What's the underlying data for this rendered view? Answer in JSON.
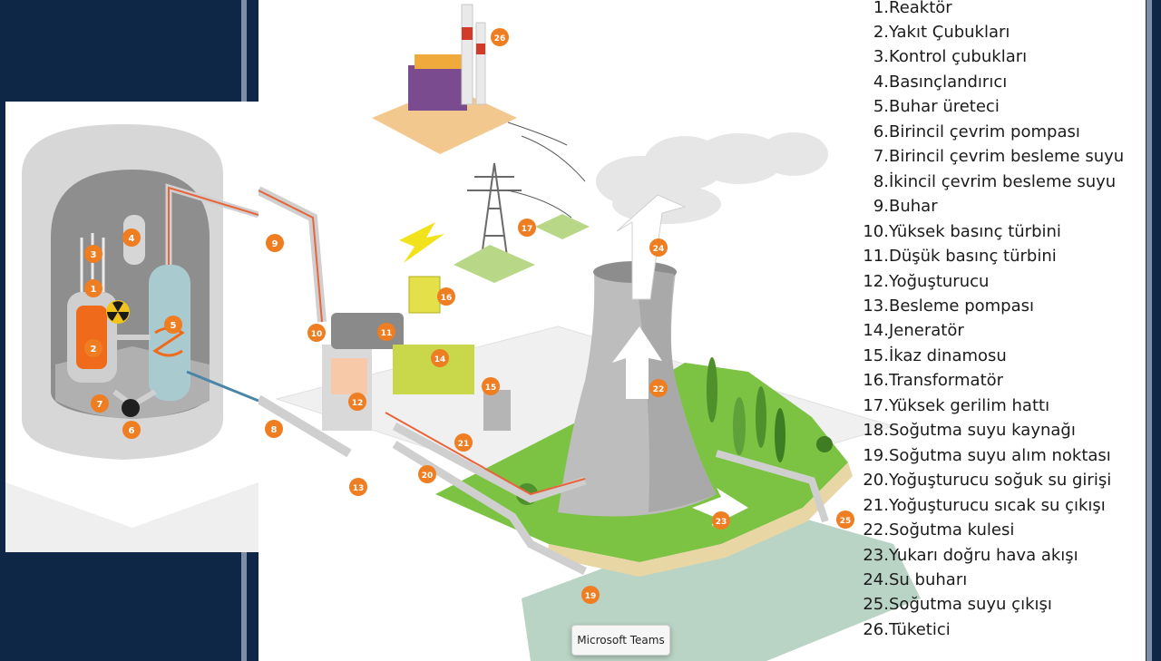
{
  "legend": [
    {
      "num": "1.",
      "label": "Reaktör"
    },
    {
      "num": "2.",
      "label": "Yakıt Çubukları"
    },
    {
      "num": "3.",
      "label": "Kontrol çubukları"
    },
    {
      "num": "4.",
      "label": "Basınçlandırıcı"
    },
    {
      "num": "5.",
      "label": "Buhar üreteci"
    },
    {
      "num": "6.",
      "label": "Birincil çevrim pompası"
    },
    {
      "num": "7.",
      "label": "Birincil çevrim besleme suyu"
    },
    {
      "num": "8.",
      "label": "İkincil çevrim besleme suyu"
    },
    {
      "num": "9.",
      "label": "Buhar"
    },
    {
      "num": "10.",
      "label": "Yüksek basınç türbini"
    },
    {
      "num": "11.",
      "label": "Düşük basınç türbini"
    },
    {
      "num": "12.",
      "label": "Yoğuşturucu"
    },
    {
      "num": "13.",
      "label": "Besleme pompası"
    },
    {
      "num": "14.",
      "label": "Jeneratör"
    },
    {
      "num": "15.",
      "label": "İkaz dinamosu"
    },
    {
      "num": "16.",
      "label": "Transformatör"
    },
    {
      "num": "17.",
      "label": "Yüksek gerilim hattı"
    },
    {
      "num": "18.",
      "label": "Soğutma suyu kaynağı"
    },
    {
      "num": "19.",
      "label": "Soğutma suyu alım noktası"
    },
    {
      "num": "20.",
      "label": "Yoğuşturucu soğuk su girişi"
    },
    {
      "num": "21.",
      "label": "Yoğuşturucu sıcak su çıkışı"
    },
    {
      "num": "22.",
      "label": "Soğutma kulesi"
    },
    {
      "num": "23.",
      "label": "Yukarı doğru hava akışı"
    },
    {
      "num": "24.",
      "label": "Su buharı"
    },
    {
      "num": "25.",
      "label": "Soğutma suyu çıkışı"
    },
    {
      "num": "26.",
      "label": "Tüketici"
    }
  ],
  "markers": [
    "1",
    "2",
    "3",
    "4",
    "5",
    "6",
    "7",
    "8",
    "9",
    "10",
    "11",
    "12",
    "13",
    "14",
    "15",
    "16",
    "17",
    "19",
    "20",
    "21",
    "22",
    "23",
    "24",
    "25",
    "26"
  ],
  "tooltip": "Microsoft Teams",
  "colors": {
    "marker": "#ef7d22",
    "background": "#0f2747",
    "grass": "#7cc243",
    "water": "#b9d3c4",
    "tower": "#bdbdbd",
    "pipe_hot": "#e8643a",
    "pipe_cold": "#4a86a8"
  }
}
